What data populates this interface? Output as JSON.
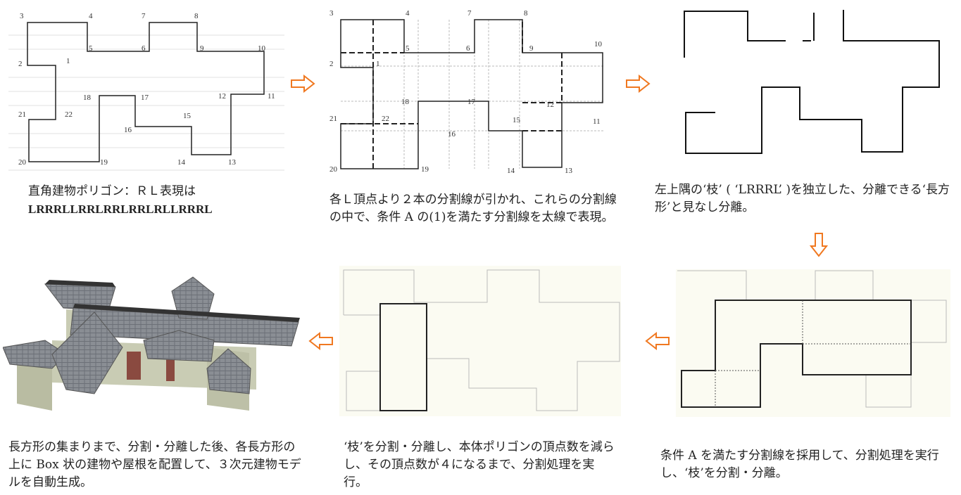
{
  "panels": {
    "p1": {
      "labels": [
        "1",
        "2",
        "3",
        "4",
        "5",
        "6",
        "7",
        "8",
        "9",
        "10",
        "11",
        "12",
        "13",
        "14",
        "15",
        "16",
        "17",
        "18",
        "19",
        "20",
        "21",
        "22"
      ],
      "caption_line1": "直角建物ポリゴン：ＲＬ表現は",
      "caption_line2": "LRRRLLRRLRRLRRLRLLRRRL"
    },
    "p2": {
      "labels": [
        "1",
        "2",
        "3",
        "4",
        "5",
        "6",
        "7",
        "8",
        "9",
        "10",
        "11",
        "12",
        "13",
        "14",
        "15",
        "16",
        "17",
        "18",
        "19",
        "20",
        "21",
        "22"
      ],
      "caption": "各Ｌ頂点より２本の分割線が引かれ、これらの分割線の中で、条件 A の(1)を満たす分割線を太線で表現。"
    },
    "p3": {
      "caption": "左上隅の‘枝’ ( ‘LRRRL’ )を独立した、分離できる‘長方形’と見なし分離。"
    },
    "p4": {
      "caption": "条件 A を満たす分割線を採用して、分割処理を実行し、‘枝’を分割・分離。"
    },
    "p5": {
      "caption": "‘枝’を分割・分離し、本体ポリゴンの頂点数を減らし、その頂点数が４になるまで、分割処理を実行。"
    },
    "p6": {
      "caption": "長方形の集まりまで、分割・分離した後、各長方形の上に Box 状の建物や屋根を配置して、３次元建物モデルを自動生成。"
    }
  },
  "colors": {
    "arrow": "#f07820",
    "line": "#222222"
  }
}
